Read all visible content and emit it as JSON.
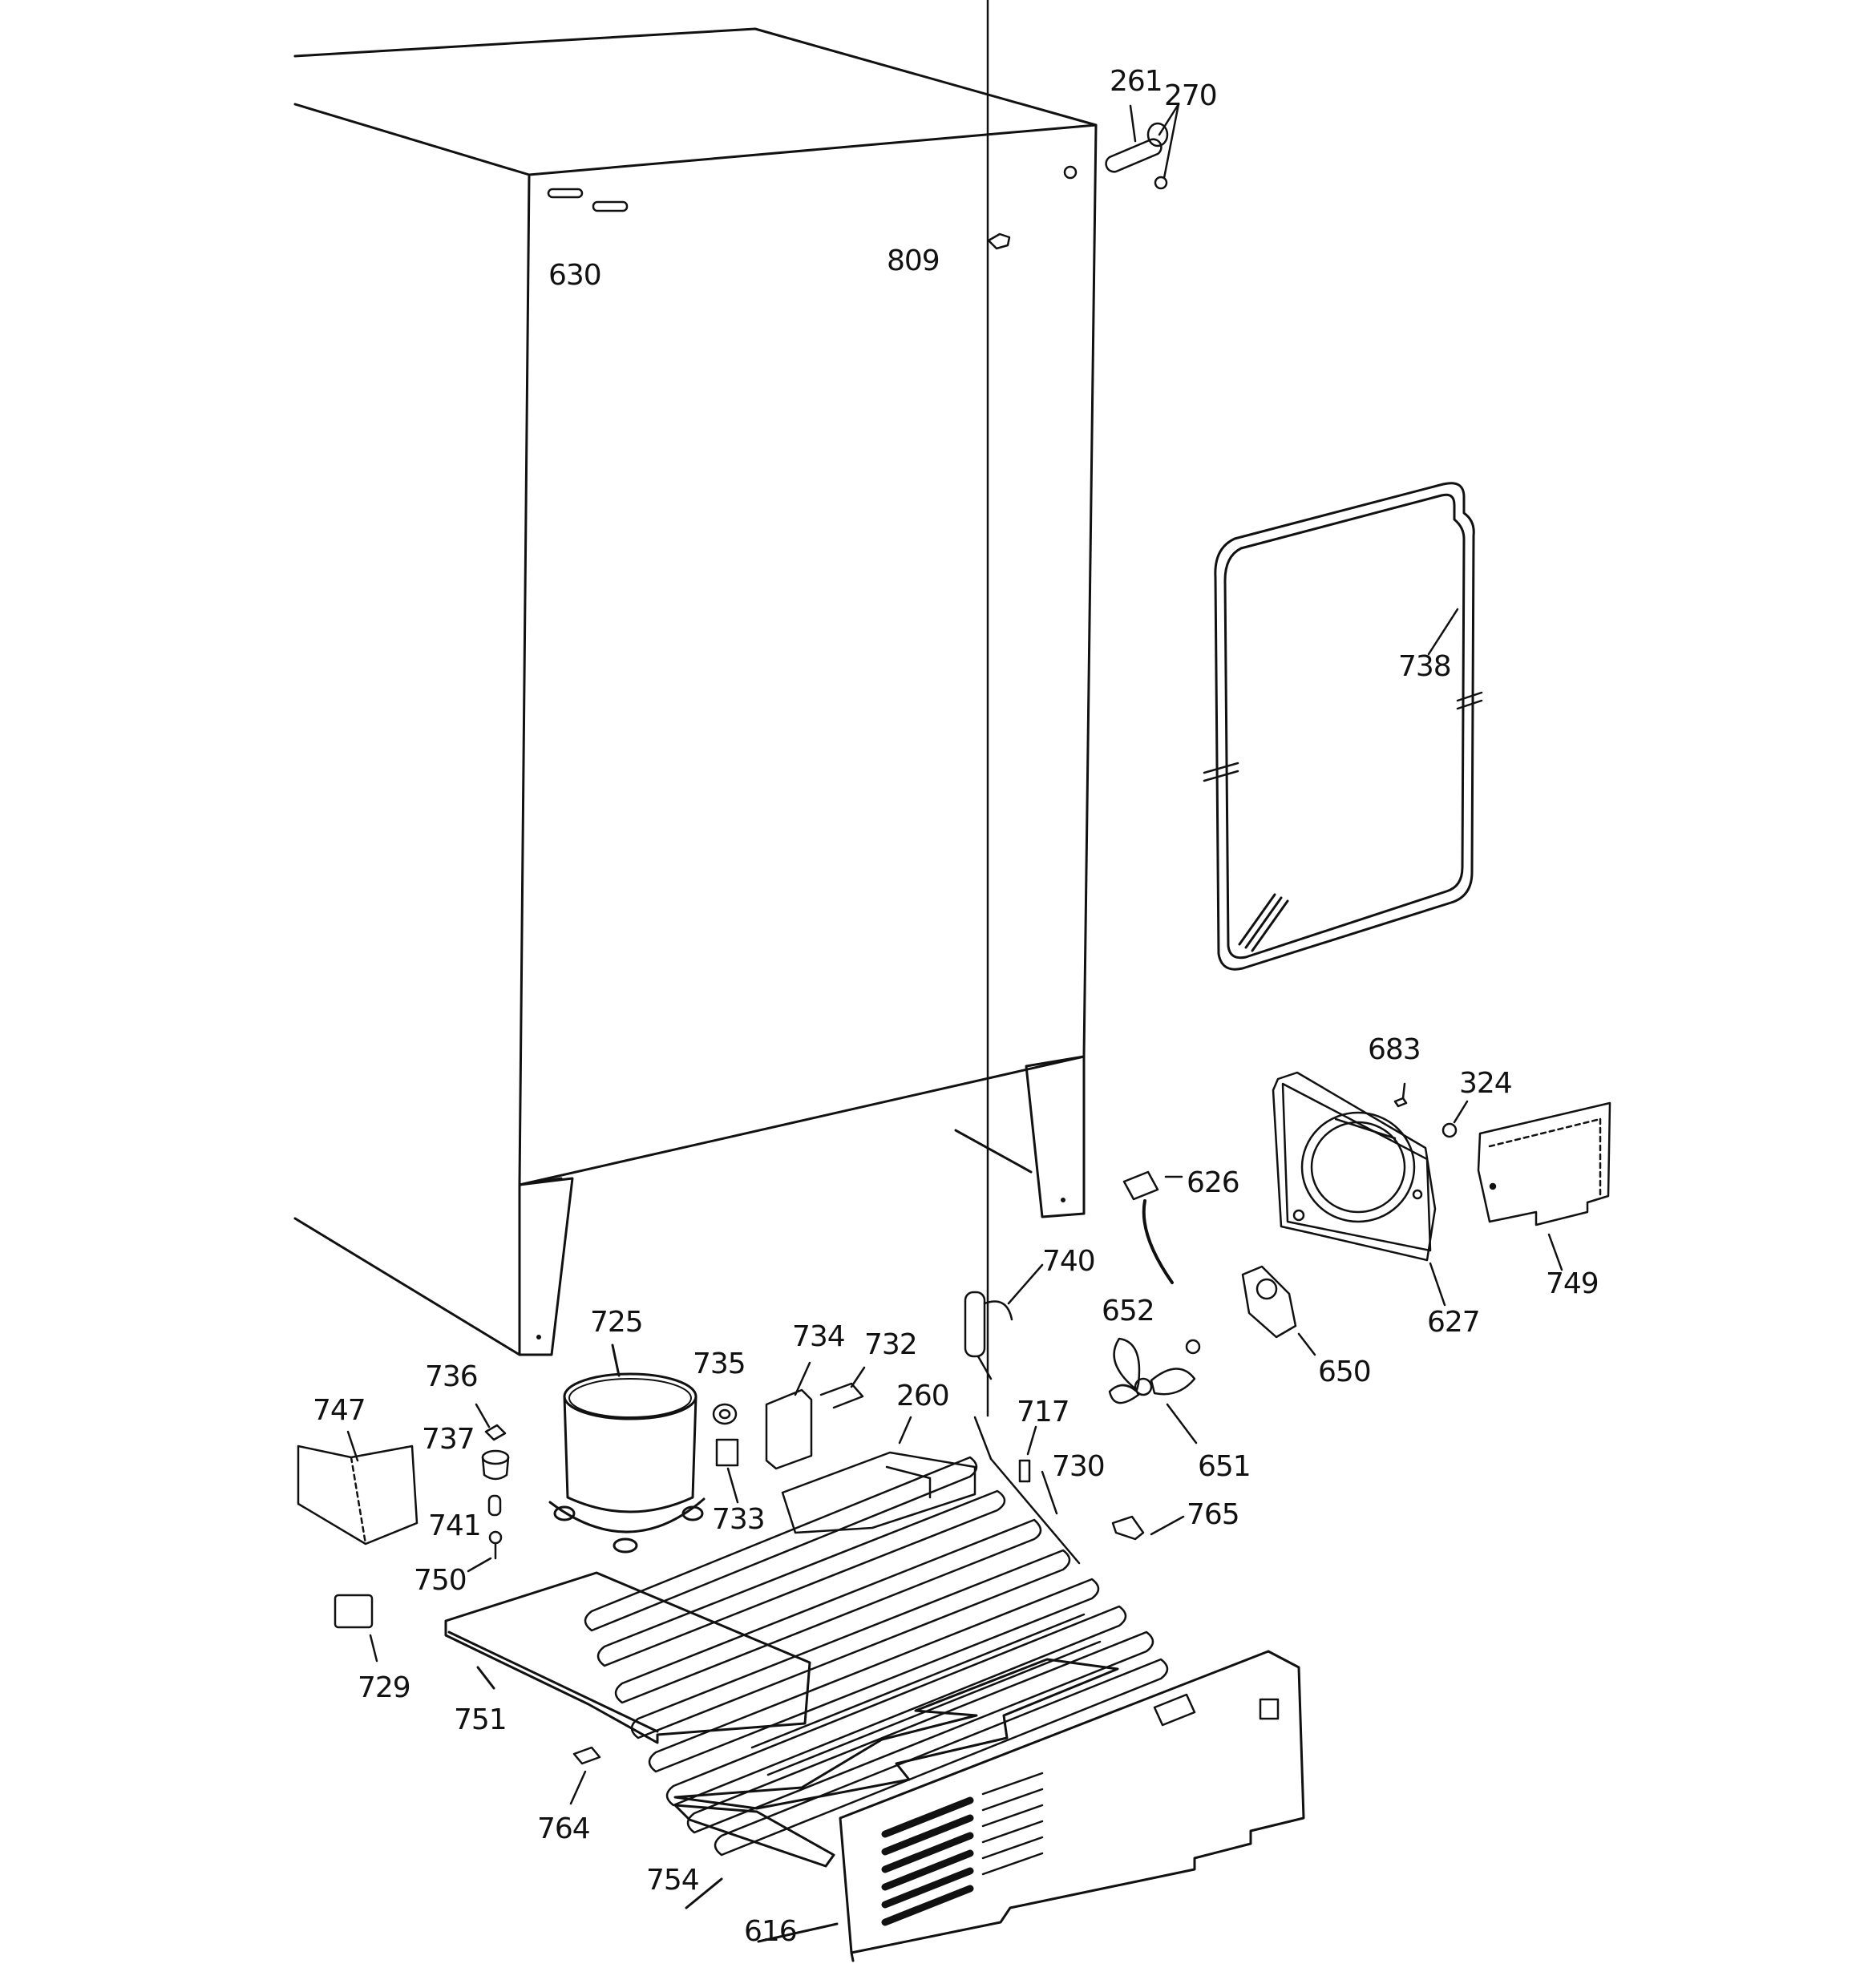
{
  "diagram": {
    "colors": {
      "ink": "#111111",
      "paper": "#ffffff"
    },
    "parts": [
      {
        "id": "p261",
        "label": "261"
      },
      {
        "id": "p270",
        "label": "270"
      },
      {
        "id": "p630",
        "label": "630"
      },
      {
        "id": "p809",
        "label": "809"
      },
      {
        "id": "p738",
        "label": "738"
      },
      {
        "id": "p683",
        "label": "683"
      },
      {
        "id": "p324",
        "label": "324"
      },
      {
        "id": "p626",
        "label": "626"
      },
      {
        "id": "p749",
        "label": "749"
      },
      {
        "id": "p740",
        "label": "740"
      },
      {
        "id": "p627",
        "label": "627"
      },
      {
        "id": "p652",
        "label": "652"
      },
      {
        "id": "p650",
        "label": "650"
      },
      {
        "id": "p725",
        "label": "725"
      },
      {
        "id": "p734",
        "label": "734"
      },
      {
        "id": "p735",
        "label": "735"
      },
      {
        "id": "p732",
        "label": "732"
      },
      {
        "id": "p736",
        "label": "736"
      },
      {
        "id": "p260",
        "label": "260"
      },
      {
        "id": "p747",
        "label": "747"
      },
      {
        "id": "p717",
        "label": "717"
      },
      {
        "id": "p737",
        "label": "737"
      },
      {
        "id": "p651",
        "label": "651"
      },
      {
        "id": "p730",
        "label": "730"
      },
      {
        "id": "p733",
        "label": "733"
      },
      {
        "id": "p741",
        "label": "741"
      },
      {
        "id": "p765",
        "label": "765"
      },
      {
        "id": "p750",
        "label": "750"
      },
      {
        "id": "p729",
        "label": "729"
      },
      {
        "id": "p751",
        "label": "751"
      },
      {
        "id": "p764",
        "label": "764"
      },
      {
        "id": "p754",
        "label": "754"
      },
      {
        "id": "p616",
        "label": "616"
      }
    ]
  }
}
